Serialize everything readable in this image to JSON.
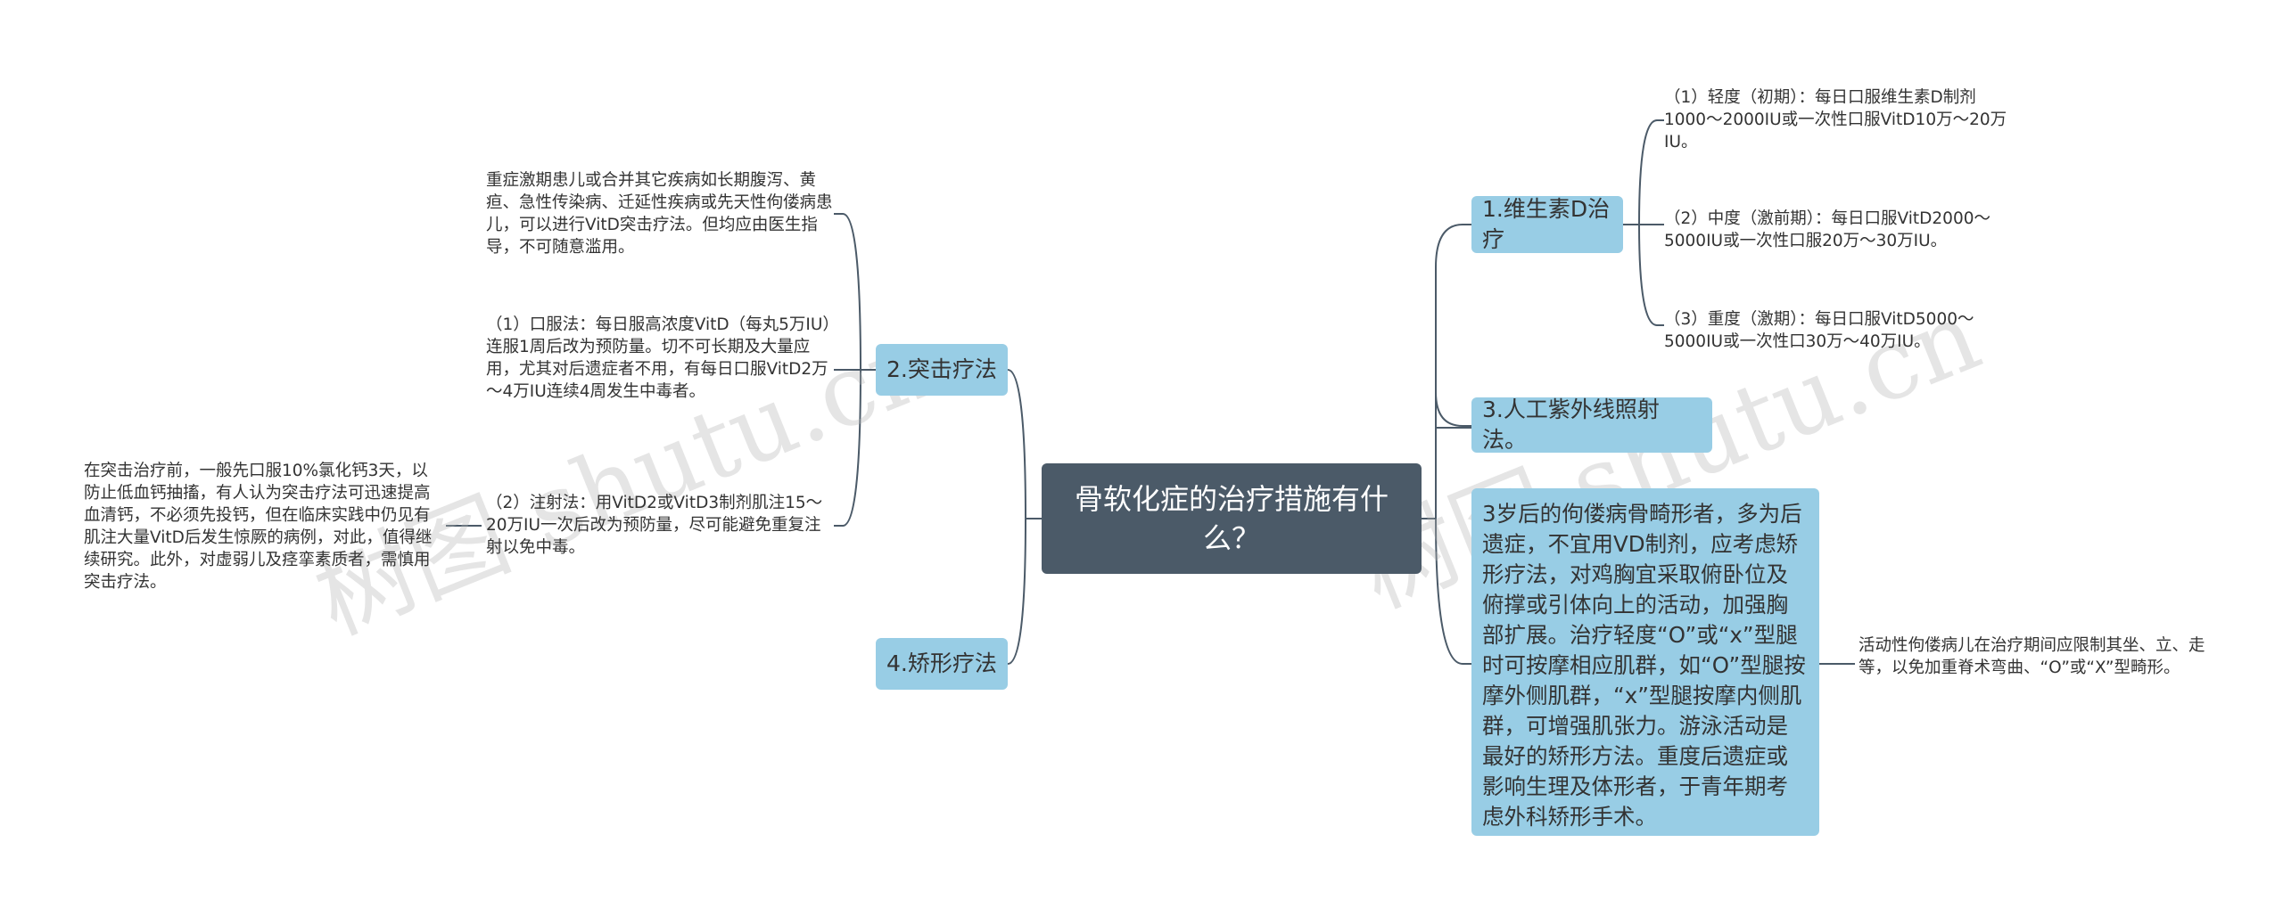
{
  "central": {
    "title": "骨软化症的治疗措施有什么？"
  },
  "right": {
    "branch1": {
      "label": "1.维生素D治疗",
      "items": [
        "（1）轻度（初期）：每日口服维生素D制剂1000～2000IU或一次性口服VitD10万～20万IU。",
        "（2）中度（激前期）：每日口服VitD2000～5000IU或一次性口服20万～30万IU。",
        "（3）重度（激期）：每日口服VitD5000～5000IU或一次性口30万～40万IU。"
      ]
    },
    "branch3": {
      "label": "3.人工紫外线照射法。"
    },
    "big": {
      "text": "3岁后的佝偻病骨畸形者，多为后遗症，不宜用VD制剂，应考虑矫形疗法，对鸡胸宜采取俯卧位及俯撑或引体向上的活动，加强胸部扩展。治疗轻度“O”或“x”型腿时可按摩相应肌群，如“O”型腿按摩外侧肌群，“x”型腿按摩内侧肌群，可增强肌张力。游泳活动是最好的矫形方法。重度后遗症或影响生理及体形者，于青年期考虑外科矫形手术。",
      "note": "活动性佝偻病儿在治疗期间应限制其坐、立、走等，以免加重脊术弯曲、“O”或“X”型畸形。"
    }
  },
  "left": {
    "branch2": {
      "label": "2.突击疗法",
      "items": [
        "重症激期患儿或合并其它疾病如长期腹泻、黄疸、急性传染病、迁延性疾病或先天性佝偻病患儿，可以进行VitD突击疗法。但均应由医生指导，不可随意滥用。",
        "（1）口服法：每日服高浓度VitD（每丸5万IU）连服1周后改为预防量。切不可长期及大量应用，尤其对后遗症者不用，有每日口服VitD2万～4万IU连续4周发生中毒者。",
        "（2）注射法：用VitD2或VitD3制剂肌注15～20万IU一次后改为预防量，尽可能避免重复注射以免中毒。"
      ],
      "subnote": "在突击治疗前，一般先口服10%氯化钙3天，以防止低血钙抽搐，有人认为突击疗法可迅速提高血清钙，不必须先投钙，但在临床实践中仍见有肌注大量VitD后发生惊厥的病例，对此，值得继续研究。此外，对虚弱儿及痉挛素质者，需慎用突击疗法。"
    },
    "branch4": {
      "label": "4.矫形疗法"
    }
  },
  "watermark": {
    "text": "树图 shutu.cn"
  },
  "colors": {
    "central_bg": "#4b5a68",
    "branch_bg": "#98cde5",
    "line": "#4b5a68"
  }
}
